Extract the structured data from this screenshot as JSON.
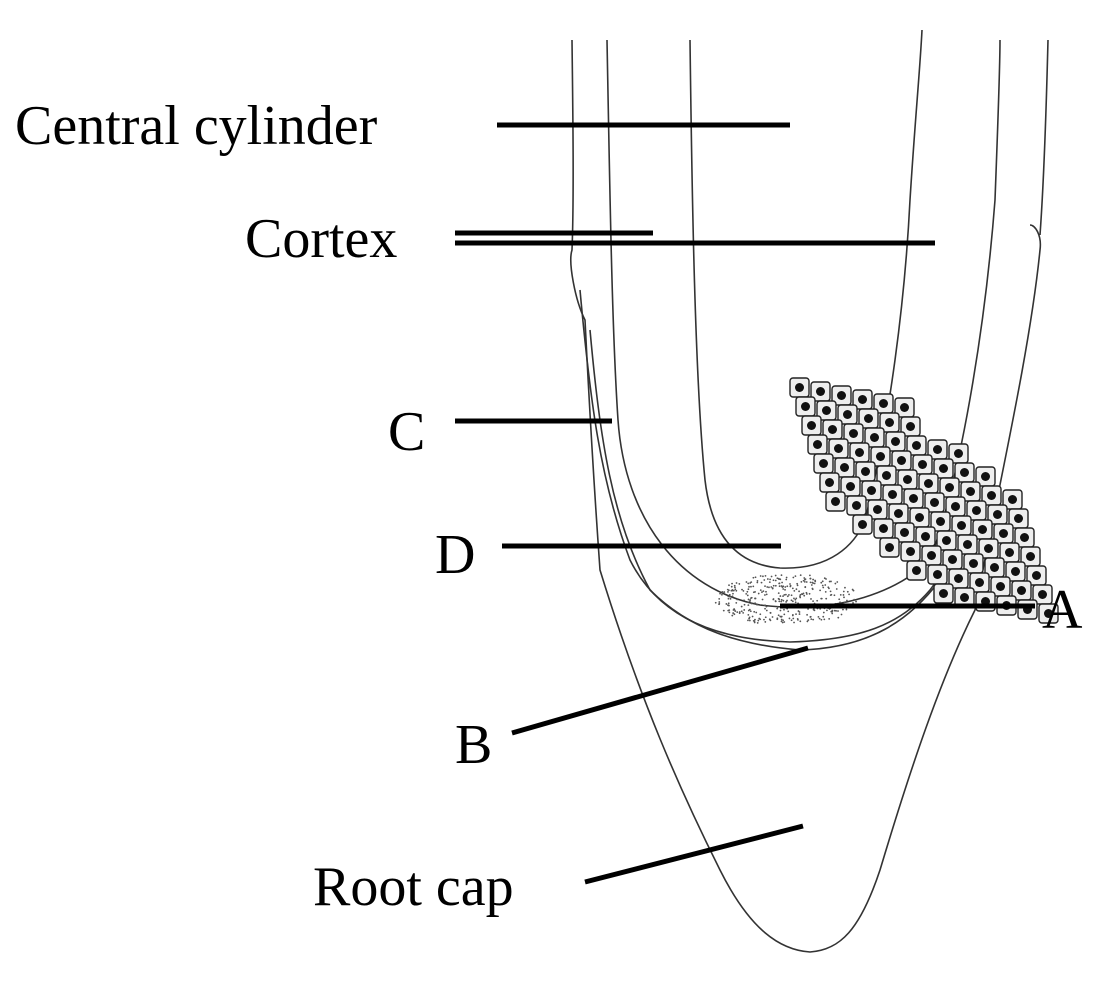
{
  "labels": {
    "central_cylinder": "Central cylinder",
    "cortex": "Cortex",
    "c": "C",
    "d": "D",
    "a": "A",
    "b": "B",
    "root_cap": "Root cap"
  }
}
